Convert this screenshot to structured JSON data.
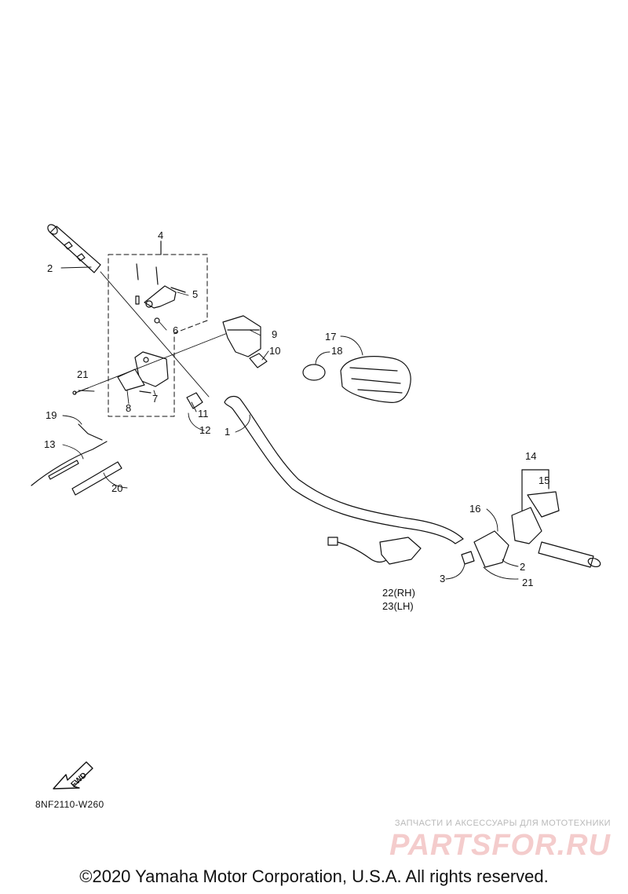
{
  "callouts": {
    "p1": "1",
    "p2_left": "2",
    "p2_right": "2",
    "p3": "3",
    "p4": "4",
    "p5": "5",
    "p6": "6",
    "p7": "7",
    "p8": "8",
    "p9": "9",
    "p10": "10",
    "p11": "11",
    "p12": "12",
    "p13": "13",
    "p14": "14",
    "p15": "15",
    "p16": "16",
    "p17": "17",
    "p18": "18",
    "p19": "19",
    "p20": "20",
    "p21_left": "21",
    "p21_right": "21",
    "p22": "22(RH)",
    "p23": "23(LH)"
  },
  "fwd_badge": "FWD",
  "drawing_code": "8NF2110-W260",
  "watermark": {
    "caption": "ЗАПЧАСТИ И АКСЕССУАРЫ ДЛЯ МОТОТЕХНИКИ",
    "logo": "PARTSFOR.RU"
  },
  "copyright": "©2020 Yamaha Motor Corporation, U.S.A. All rights reserved.",
  "colors": {
    "line": "#111111",
    "watermark_logo": "#f4cccc",
    "watermark_caption": "#b9b9b9"
  }
}
